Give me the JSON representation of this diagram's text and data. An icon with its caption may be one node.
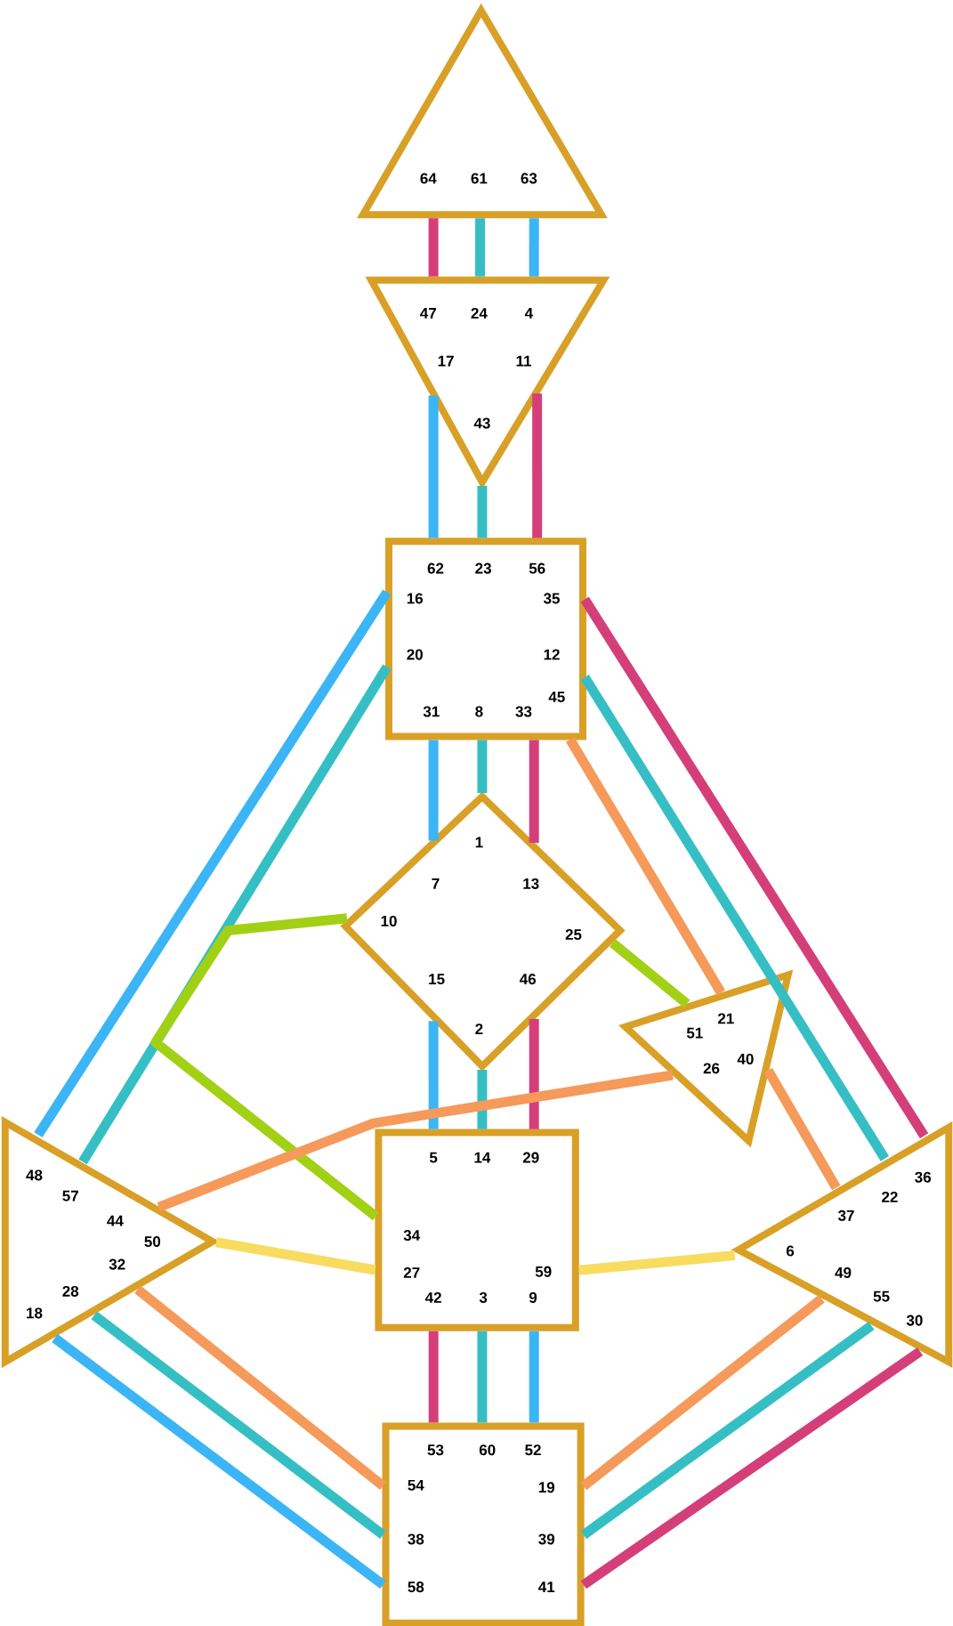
{
  "diagram": {
    "nodes": [
      {
        "text": [
          "64",
          "61",
          "63"
        ]
      },
      {
        "text": [
          "47",
          "24",
          "4",
          "17",
          "11",
          "43"
        ]
      },
      {
        "text": [
          "62",
          "23",
          "56",
          "16",
          "35",
          "20",
          "12",
          "45",
          "31",
          "8",
          "33"
        ]
      },
      {
        "text": [
          "1",
          "7",
          "13",
          "10",
          "25",
          "15",
          "46",
          "2"
        ]
      },
      {
        "text": [
          "21",
          "51",
          "40",
          "26"
        ]
      },
      {
        "text": [
          "48",
          "57",
          "44",
          "50",
          "32",
          "28",
          "18"
        ]
      },
      {
        "text": [
          "5",
          "14",
          "29",
          "34",
          "27",
          "59",
          "42",
          "3",
          "9"
        ]
      },
      {
        "text": [
          "36",
          "22",
          "37",
          "6",
          "49",
          "55",
          "30"
        ]
      },
      {
        "text": [
          "53",
          "60",
          "52",
          "54",
          "19",
          "38",
          "39",
          "58",
          "41"
        ]
      }
    ],
    "edges": [
      {
        "from": 0,
        "to": 1,
        "arrow": "none",
        "color": "#d43f7a"
      },
      {
        "from": 0,
        "to": 1,
        "arrow": "none",
        "color": "#35bfc5"
      },
      {
        "from": 0,
        "to": 1,
        "arrow": "none",
        "color": "#3bb5f5"
      },
      {
        "from": 1,
        "to": 2,
        "arrow": "none",
        "color": "#3bb5f5"
      },
      {
        "from": 1,
        "to": 2,
        "arrow": "none",
        "color": "#35bfc5"
      },
      {
        "from": 1,
        "to": 2,
        "arrow": "none",
        "color": "#d43f7a"
      },
      {
        "from": 2,
        "to": 3,
        "arrow": "none",
        "color": "#3bb5f5"
      },
      {
        "from": 2,
        "to": 3,
        "arrow": "none",
        "color": "#35bfc5"
      },
      {
        "from": 2,
        "to": 3,
        "arrow": "none",
        "color": "#d43f7a"
      },
      {
        "from": 2,
        "to": 5,
        "arrow": "none",
        "color": "#3bb5f5"
      },
      {
        "from": 2,
        "to": 5,
        "arrow": "none",
        "color": "#35bfc5"
      },
      {
        "from": 2,
        "to": 4,
        "arrow": "none",
        "color": "#f59a5a"
      },
      {
        "from": 2,
        "to": 7,
        "arrow": "none",
        "color": "#35bfc5"
      },
      {
        "from": 2,
        "to": 7,
        "arrow": "none",
        "color": "#d43f7a"
      },
      {
        "from": 3,
        "to": 4,
        "arrow": "none",
        "color": "#a2d015"
      },
      {
        "from": 3,
        "to": 6,
        "arrow": "none",
        "color": "#a2d015"
      },
      {
        "from": 3,
        "to": 6,
        "arrow": "none",
        "color": "#3bb5f5"
      },
      {
        "from": 3,
        "to": 6,
        "arrow": "none",
        "color": "#35bfc5"
      },
      {
        "from": 3,
        "to": 6,
        "arrow": "none",
        "color": "#d43f7a"
      },
      {
        "from": 4,
        "to": 5,
        "arrow": "none",
        "color": "#f59a5a"
      },
      {
        "from": 4,
        "to": 7,
        "arrow": "none",
        "color": "#f59a5a"
      },
      {
        "from": 5,
        "to": 6,
        "arrow": "none",
        "color": "#f7dc60"
      },
      {
        "from": 6,
        "to": 7,
        "arrow": "none",
        "color": "#f7dc60"
      },
      {
        "from": 5,
        "to": 8,
        "arrow": "none",
        "color": "#f59a5a"
      },
      {
        "from": 5,
        "to": 8,
        "arrow": "none",
        "color": "#35bfc5"
      },
      {
        "from": 5,
        "to": 8,
        "arrow": "none",
        "color": "#3bb5f5"
      },
      {
        "from": 6,
        "to": 8,
        "arrow": "none",
        "color": "#d43f7a"
      },
      {
        "from": 6,
        "to": 8,
        "arrow": "none",
        "color": "#35bfc5"
      },
      {
        "from": 6,
        "to": 8,
        "arrow": "none",
        "color": "#3bb5f5"
      },
      {
        "from": 7,
        "to": 8,
        "arrow": "none",
        "color": "#f59a5a"
      },
      {
        "from": 7,
        "to": 8,
        "arrow": "none",
        "color": "#35bfc5"
      },
      {
        "from": 7,
        "to": 8,
        "arrow": "none",
        "color": "#d43f7a"
      }
    ]
  }
}
